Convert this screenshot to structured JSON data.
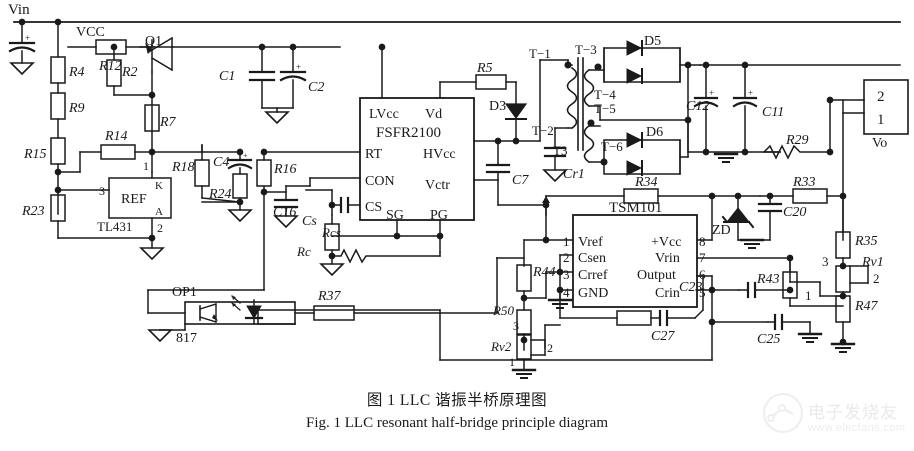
{
  "figure": {
    "caption_cn": "图 1    LLC 谐振半桥原理图",
    "caption_en": "Fig. 1    LLC resonant half-bridge principle diagram"
  },
  "watermark": {
    "text": "电子发烧友",
    "url": "www.elecfans.com"
  },
  "labels": {
    "vin": "Vin",
    "vcc": "VCC",
    "vo": "Vo",
    "q1": "Q1",
    "op1": "OP1",
    "op1_part": "817",
    "ref": "REF",
    "ref_k": "K",
    "ref_a": "A",
    "ref_part": "TL431",
    "ref_pin3": "3",
    "ref_pin1": "1",
    "ref_pin2": "2",
    "ic1_part": "FSFR2100",
    "ic1_lvcc": "LVcc",
    "ic1_vd": "Vd",
    "ic1_rt": "RT",
    "ic1_hvcc": "HVcc",
    "ic1_con": "CON",
    "ic1_vctr": "Vctr",
    "ic1_cs": "CS",
    "ic1_sg": "SG",
    "ic1_pg": "PG",
    "ic2_part": "TSM101",
    "ic2_p1": "1",
    "ic2_p2": "2",
    "ic2_p3": "3",
    "ic2_p4": "4",
    "ic2_p5": "5",
    "ic2_p6": "6",
    "ic2_p7": "7",
    "ic2_p8": "8",
    "ic2_vref": "Vref",
    "ic2_csen": "Csen",
    "ic2_crref": "Crref",
    "ic2_gnd": "GND",
    "ic2_pvcc": "+Vcc",
    "ic2_vrin": "Vrin",
    "ic2_output": "Output",
    "ic2_crin": "Crin",
    "zd": "ZD",
    "d3": "D3",
    "d5": "D5",
    "d6": "D6",
    "t1": "T−1",
    "t2": "T−2",
    "t3_core": "T3",
    "t3": "T−3",
    "t4": "T−4",
    "t5": "T−5",
    "t6": "T−6",
    "cr1": "Cr1",
    "vo_pin2": "2",
    "vo_pin1": "1",
    "rv1": "Rv1",
    "rv1_p1": "1",
    "rv1_p2": "2",
    "rv1_p3": "3",
    "rv2": "Rv2",
    "rv2_p1": "1",
    "rv2_p2": "2",
    "rv2_p3": "3",
    "pot_right_1": "1",
    "pot_right_3": "3"
  },
  "components": {
    "resistors": [
      "R12",
      "R2",
      "R7",
      "R4",
      "R9",
      "R15",
      "R23",
      "R14",
      "R18",
      "R24",
      "R16",
      "Rc",
      "Rcs",
      "R5",
      "R37",
      "R29",
      "R34",
      "R33",
      "R44",
      "R50",
      "R43",
      "R35",
      "R47"
    ],
    "capacitors": [
      "C1",
      "C2",
      "C4",
      "C16",
      "Cs",
      "C7",
      "C12",
      "C11",
      "Cr1",
      "C20",
      "C23",
      "C25",
      "C27"
    ],
    "ics": [
      "FSFR2100",
      "TSM101",
      "TL431",
      "817"
    ],
    "diodes": [
      "D3",
      "D5",
      "D6",
      "ZD"
    ],
    "transistors": [
      "Q1"
    ],
    "transformer": "T3",
    "potentiometers": [
      "Rv1",
      "Rv2"
    ]
  }
}
